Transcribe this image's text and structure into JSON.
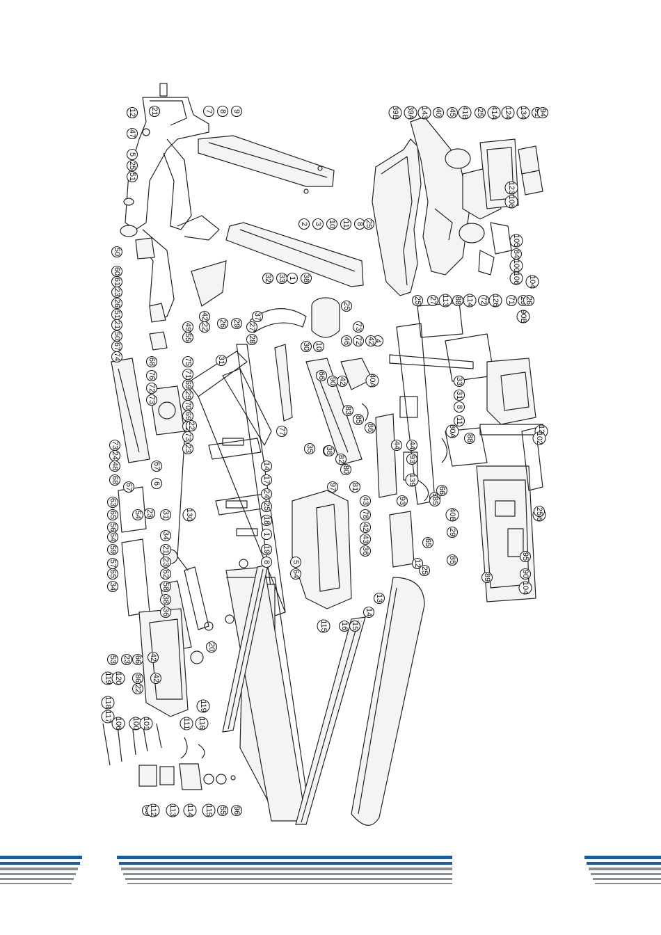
{
  "diagram": {
    "type": "exploded-parts-diagram",
    "orientation": "rotated-90-cw",
    "callouts": [
      "42",
      "47",
      "5",
      "25",
      "51",
      "21",
      "7",
      "8",
      "9",
      "2",
      "3",
      "10",
      "11",
      "8",
      "50",
      "60",
      "61",
      "23",
      "26",
      "51",
      "21",
      "50",
      "67",
      "74",
      "49",
      "55",
      "22",
      "42",
      "26",
      "29",
      "27",
      "28",
      "31",
      "37",
      "32",
      "33",
      "1",
      "38",
      "30",
      "10",
      "46",
      "72",
      "73",
      "4",
      "75",
      "71",
      "69",
      "29",
      "70",
      "69",
      "71",
      "73",
      "23",
      "68",
      "76",
      "72",
      "73",
      "22",
      "73",
      "24",
      "48",
      "68",
      "67",
      "6",
      "67",
      "25",
      "39B",
      "39A",
      "143",
      "40",
      "45",
      "41B",
      "25",
      "41A",
      "124",
      "134",
      "91",
      "94",
      "108",
      "123",
      "106",
      "100",
      "84",
      "105",
      "104",
      "25",
      "27",
      "113",
      "88",
      "114",
      "72",
      "126",
      "71",
      "25",
      "26",
      "90B",
      "33",
      "31",
      "8",
      "11",
      "80A",
      "88",
      "66",
      "90",
      "42",
      "25",
      "42",
      "83",
      "85",
      "86",
      "87",
      "82",
      "80",
      "81",
      "40A",
      "38",
      "35",
      "77",
      "97",
      "43",
      "78",
      "42",
      "43",
      "36",
      "44",
      "44",
      "93",
      "139",
      "93",
      "92",
      "66",
      "40B",
      "29",
      "85",
      "127",
      "102",
      "126",
      "89",
      "95",
      "90",
      "104",
      "25",
      "130",
      "14",
      "17",
      "24",
      "25",
      "18",
      "1",
      "19",
      "8",
      "5",
      "64",
      "12",
      "85",
      "65",
      "63",
      "65",
      "56",
      "64",
      "59",
      "54",
      "23",
      "31",
      "34",
      "21",
      "23",
      "62",
      "58",
      "38",
      "36",
      "57",
      "65",
      "34",
      "53",
      "23",
      "66",
      "20",
      "42",
      "42",
      "86",
      "22",
      "119",
      "120",
      "118",
      "117",
      "116",
      "119",
      "111",
      "79",
      "55",
      "112",
      "113",
      "114",
      "115",
      "55",
      "96",
      "100",
      "101",
      "106",
      "115",
      "16",
      "15",
      "14",
      "13",
      "25",
      "12"
    ]
  },
  "footer": {
    "stripe_colors": [
      "#1c5aa6",
      "#8a8f96"
    ]
  }
}
